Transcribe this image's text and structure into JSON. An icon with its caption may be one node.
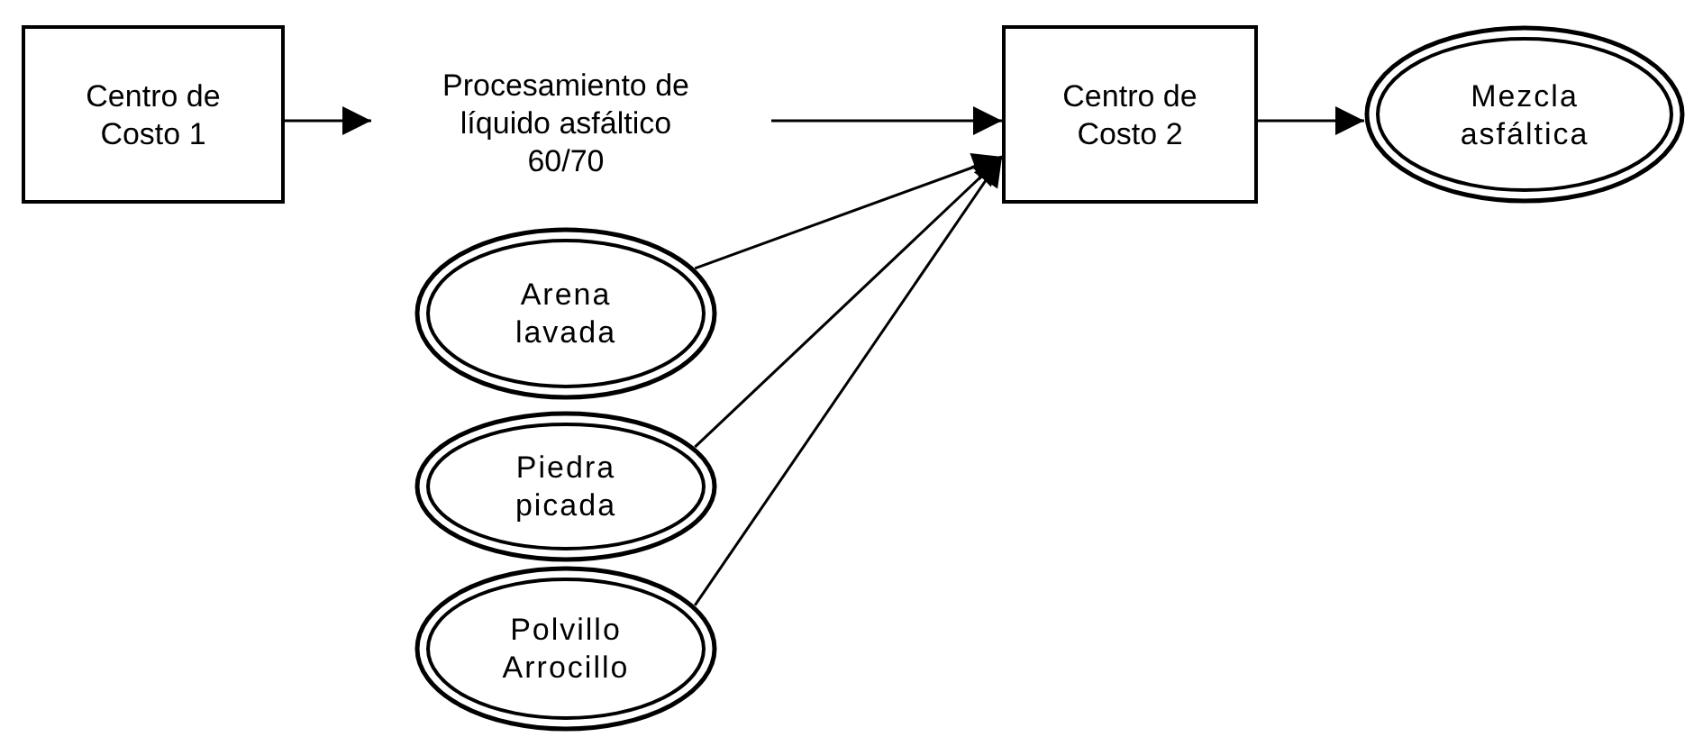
{
  "diagram": {
    "nodes": [
      {
        "text": [
          "Centro de Costo 1"
        ]
      },
      {
        "text": [
          "Procesamiento de líquido asfáltico 60/70"
        ]
      },
      {
        "text": [
          "Centro de Costo 2"
        ]
      },
      {
        "text": [
          "Mezcla asfáltica"
        ]
      },
      {
        "text": [
          "Arena lavada"
        ]
      },
      {
        "text": [
          "Piedra picada"
        ]
      },
      {
        "text": [
          "Polvillo Arrocillo"
        ]
      }
    ],
    "edges": [
      {
        "from": 0,
        "to": 1,
        "arrow": "to"
      },
      {
        "from": 1,
        "to": 2,
        "arrow": "to"
      },
      {
        "from": 2,
        "to": 3,
        "arrow": "to"
      },
      {
        "from": 4,
        "to": 2,
        "arrow": "to"
      },
      {
        "from": 5,
        "to": 2,
        "arrow": "to"
      },
      {
        "from": 6,
        "to": 2,
        "arrow": "to"
      }
    ]
  }
}
